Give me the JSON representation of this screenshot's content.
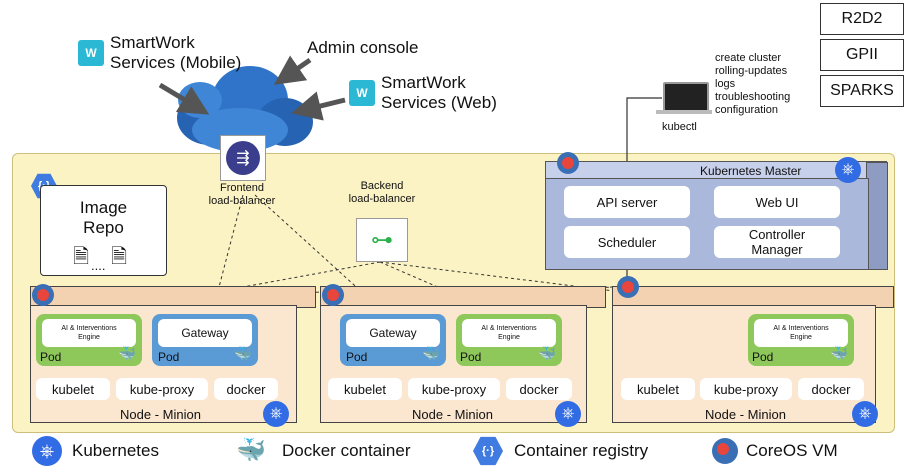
{
  "top_boxes": [
    "R2D2",
    "GPII",
    "SPARKS"
  ],
  "clients": {
    "mobile": "SmartWork\nServices (Mobile)",
    "admin": "Admin console",
    "web": "SmartWork\nServices (Web)"
  },
  "kubectl": {
    "label": "kubectl",
    "commands": [
      "create cluster",
      "rolling-updates",
      "logs",
      "troubleshooting",
      "configuration"
    ]
  },
  "frontend_lb": "Frontend\nload-balancer",
  "backend_lb": "Backend\nload-balancer",
  "image_repo": {
    "title": "Image\nRepo",
    "more": "...."
  },
  "master": {
    "title": "Kubernetes Master",
    "services": [
      "API server",
      "Web UI",
      "Scheduler",
      "Controller\nManager"
    ]
  },
  "nodes": [
    {
      "label": "Node - Minion",
      "pods": [
        {
          "name": "AI & Interventions\nEngine",
          "tag": "Pod"
        },
        {
          "name": "Gateway",
          "tag": "Pod"
        }
      ],
      "services": [
        "kubelet",
        "kube-proxy",
        "docker"
      ]
    },
    {
      "label": "Node - Minion",
      "pods": [
        {
          "name": "Gateway",
          "tag": "Pod"
        },
        {
          "name": "AI & Interventions\nEngine",
          "tag": "Pod"
        }
      ],
      "services": [
        "kubelet",
        "kube-proxy",
        "docker"
      ]
    },
    {
      "label": "Node - Minion",
      "pods": [
        {
          "name": "AI & Interventions\nEngine",
          "tag": "Pod"
        }
      ],
      "services": [
        "kubelet",
        "kube-proxy",
        "docker"
      ]
    }
  ],
  "legend": [
    "Kubernetes",
    "Docker container",
    "Container registry",
    "CoreOS VM"
  ],
  "colors": {
    "cluster": "#fbf3c4",
    "node": "#fbe6cf",
    "pod_green": "#8fc85a",
    "pod_blue": "#5b9bd5",
    "master": "#aab8dc",
    "k8s": "#326ce5",
    "coreos": "#e8453c"
  }
}
